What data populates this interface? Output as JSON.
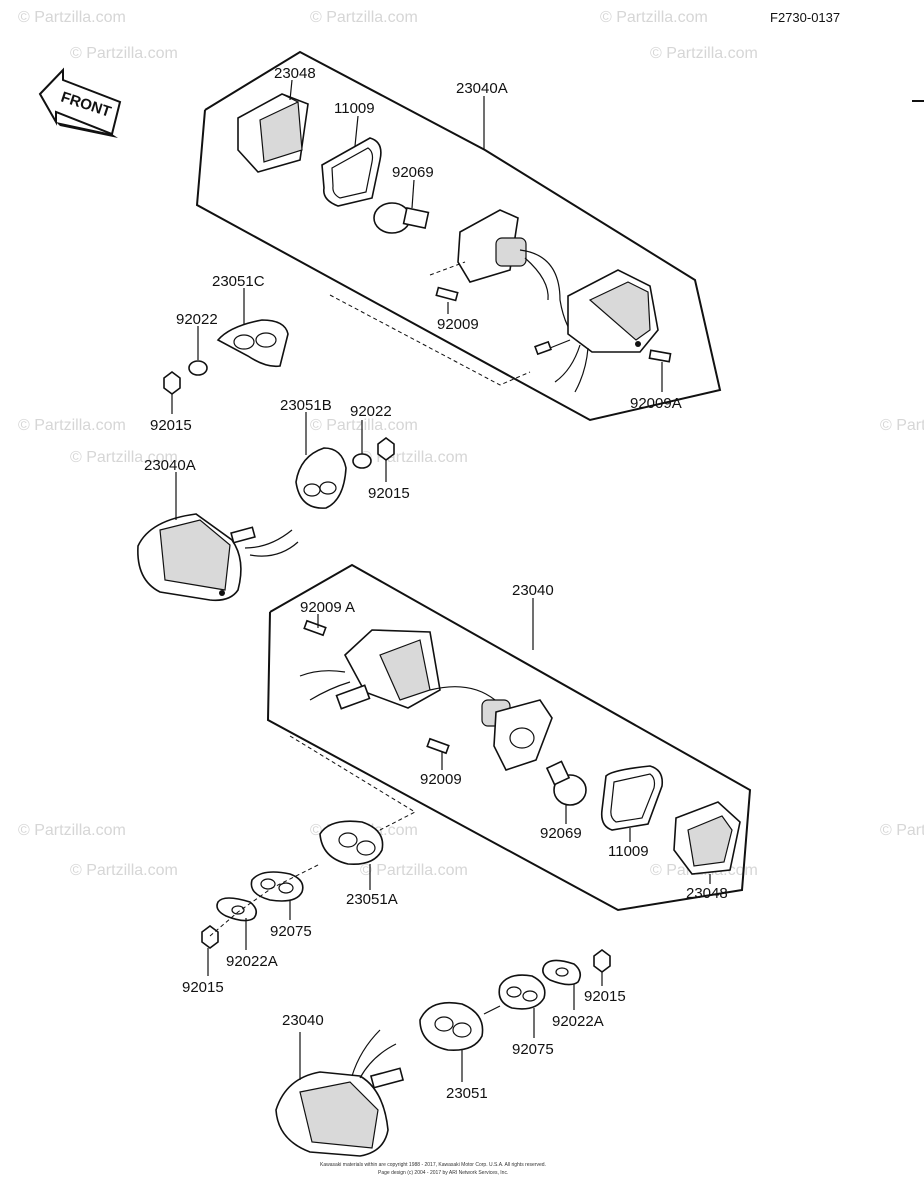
{
  "diagram_code": "F2730-0137",
  "front_label": "FRONT",
  "watermark": "© Partzilla.com",
  "copyright_lines": [
    "Kawasaki materials within are copyright 1988 - 2017, Kawasaki Motor Corp. U.S.A.  All rights reserved.",
    "Page design (c) 2004 - 2017 by ARI Network Services, Inc."
  ],
  "labels": {
    "p23048_top": "23048",
    "p11009_top": "11009",
    "p23040A_top": "23040A",
    "p92069_top": "92069",
    "p23051C": "23051C",
    "p92022_left": "92022",
    "p92009_top": "92009",
    "p92015_left": "92015",
    "p92009A_top": "92009A",
    "p23051B": "23051B",
    "p92022_mid": "92022",
    "p23040A_mid": "23040A",
    "p92015_mid": "92015",
    "p23040_box": "23040",
    "p92009A_bottom": "92009 A",
    "p92009_bottom": "92009",
    "p92069_bottom": "92069",
    "p11009_bottom": "11009",
    "p23048_bottom": "23048",
    "p23051A": "23051A",
    "p92075_left": "92075",
    "p92022A_left": "92022A",
    "p92015_bl": "92015",
    "p92015_br": "92015",
    "p92022A_right": "92022A",
    "p92075_right": "92075",
    "p23040_bottom": "23040",
    "p23051": "23051"
  }
}
